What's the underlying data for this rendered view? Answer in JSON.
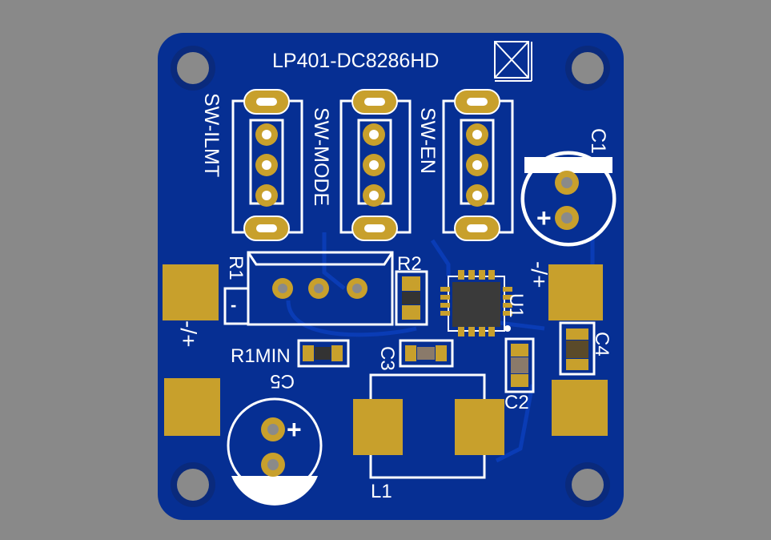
{
  "board": {
    "title": "LP401-DC8286HD",
    "background_color": "#898989",
    "board_color": "#062f93",
    "trace_color": "#0a3cb5",
    "pad_color": "#c8a02c",
    "silk_color": "#ffffff"
  },
  "switches": [
    {
      "label": "SW-ILMT"
    },
    {
      "label": "SW-MODE"
    },
    {
      "label": "SW-EN"
    }
  ],
  "components": {
    "c1": "C1",
    "c1_plus": "+",
    "c5": "C5",
    "c5_plus": "+",
    "r1": "R1",
    "r1_minus": "-",
    "r2": "R2",
    "r1min": "R1MIN",
    "c3": "C3",
    "c2": "C2",
    "c4": "C4",
    "u1": "U1",
    "l1": "L1"
  },
  "terminals": {
    "left_label": "-/+",
    "right_label": "-/+"
  }
}
